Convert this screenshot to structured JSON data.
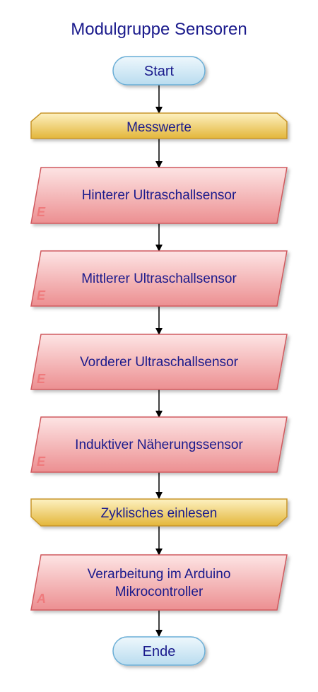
{
  "title": "Modulgruppe Sensoren",
  "nodes": {
    "start": "Start",
    "loop_start": "Messwerte",
    "io1": {
      "label": "Hinterer Ultraschallsensor",
      "marker": "E"
    },
    "io2": {
      "label": "Mittlerer Ultraschallsensor",
      "marker": "E"
    },
    "io3": {
      "label": "Vorderer Ultraschallsensor",
      "marker": "E"
    },
    "io4": {
      "label": "Induktiver Näherungssensor",
      "marker": "E"
    },
    "loop_end": "Zyklisches einlesen",
    "io5": {
      "label_line1": "Verarbeitung im Arduino",
      "label_line2": "Mikrocontroller",
      "marker": "A"
    },
    "end": "Ende"
  },
  "colors": {
    "title": "#1a1a8c",
    "text": "#1a1a8c",
    "terminal_fill_top": "#eef7fc",
    "terminal_fill_bottom": "#b9dcef",
    "terminal_stroke": "#6aaed6",
    "loop_fill_top": "#fdf1c2",
    "loop_fill_bottom": "#e3b63a",
    "loop_stroke": "#c8952a",
    "io_fill_top": "#fde4e4",
    "io_fill_bottom": "#ec8f91",
    "io_stroke": "#d05a5e",
    "marker": "#ef7a7c",
    "arrow": "#000000"
  }
}
